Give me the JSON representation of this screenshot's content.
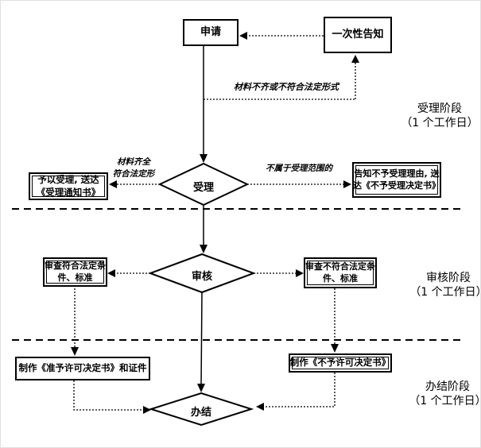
{
  "nodes": {
    "apply": {
      "label": "申请"
    },
    "oneTimeNotice": {
      "label": "一次性告知"
    },
    "accept": {
      "label": "受理"
    },
    "grantAccept": {
      "line1": "予以受理, 送达",
      "line2": "《受理通知书》"
    },
    "rejectAccept": {
      "line1": "告知不予受理理由, 送",
      "line2": "达《不予受理决定书》"
    },
    "review": {
      "label": "审核"
    },
    "reviewPass": {
      "line1": "审查符合法定条",
      "line2": "件、标准"
    },
    "reviewFail": {
      "line1": "审查不符合法定条",
      "line2": "件、标准"
    },
    "makePermit": {
      "label": "制作《准予许可决定书》和证件"
    },
    "makeDenial": {
      "label": "制作《不予许可决定书》"
    },
    "complete": {
      "label": "办结"
    }
  },
  "edgeLabels": {
    "materialsIncomplete": "材料不齐或不符合法定形式",
    "materialsCompleteLine1": "材料齐全",
    "materialsCompleteLine2": "符合法定形",
    "outOfScope": "不属于受理范围的"
  },
  "stages": [
    {
      "name": "受理阶段",
      "duration": "（1 个工作日）"
    },
    {
      "name": "审核阶段",
      "duration": "（1 个工作日）"
    },
    {
      "name": "办结阶段",
      "duration": "（1 个工作日）"
    }
  ],
  "colors": {
    "line": "#000000",
    "background": "#ffffff"
  }
}
